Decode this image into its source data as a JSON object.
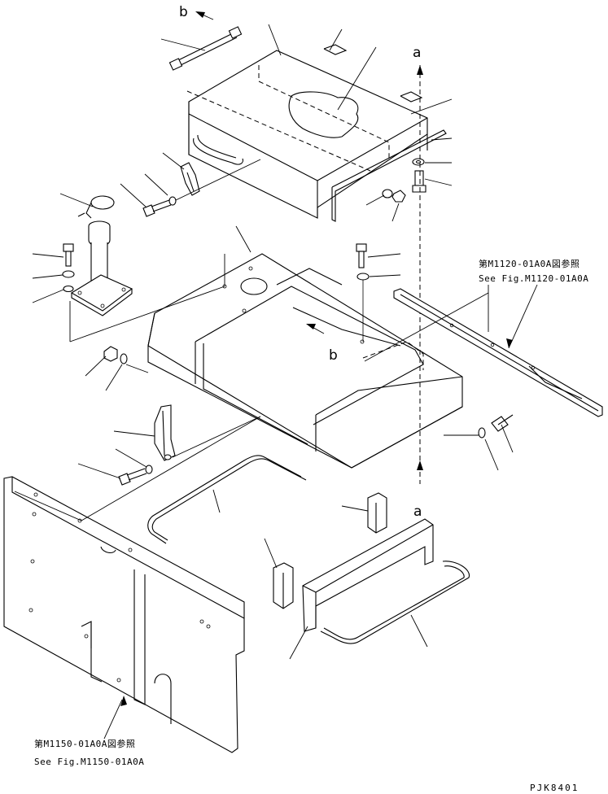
{
  "labels": {
    "b_top": "b",
    "a_top": "a",
    "b_mid": "b",
    "a_bottom": "a"
  },
  "references": {
    "right_jp": "第M1120-01A0A図参照",
    "right_en": "See Fig.M1120-01A0A",
    "left_jp": "第M1150-01A0A図参照",
    "left_en": "See Fig.M1150-01A0A"
  },
  "drawing_code": "PJK8401"
}
